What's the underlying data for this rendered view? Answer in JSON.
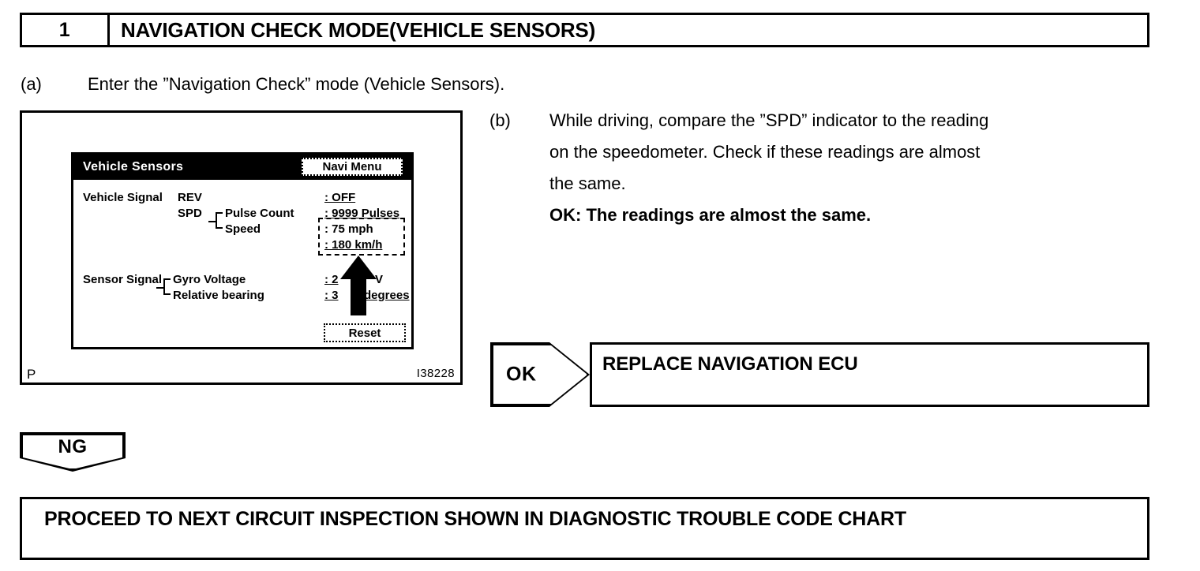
{
  "header": {
    "number": "1",
    "title": "NAVIGATION CHECK MODE(VEHICLE SENSORS)"
  },
  "steps": {
    "a": {
      "marker": "(a)",
      "text": "Enter the ”Navigation Check” mode (Vehicle Sensors)."
    },
    "b": {
      "marker": "(b)",
      "line1": "While driving, compare the ”SPD” indicator to the reading",
      "line2": "on the speedometer. Check if these readings are almost",
      "line3": "the same.",
      "ok_line": "OK: The readings are almost the same."
    }
  },
  "illustration": {
    "page_mark": "P",
    "figure_id": "I38228",
    "nav_screen": {
      "title": "Vehicle Sensors",
      "navi_menu_button": "Navi Menu",
      "reset_button": "Reset",
      "vehicle_signal": {
        "group_label": "Vehicle Signal",
        "rows": [
          {
            "label": "REV",
            "value": ": OFF"
          },
          {
            "label": "Pulse Count",
            "value": ": 9999 Pulses"
          },
          {
            "label": "Speed",
            "value": ": 75 mph"
          },
          {
            "label": "",
            "value": ": 180 km/h"
          }
        ],
        "sub_group": "SPD"
      },
      "sensor_signal": {
        "group_label": "Sensor Signal",
        "rows": [
          {
            "label": "Gyro Voltage",
            "value": ": 2",
            "unit": "V"
          },
          {
            "label": "Relative bearing",
            "value": ": 3",
            "unit": "degrees"
          }
        ]
      }
    }
  },
  "flow": {
    "ok_flag": "OK",
    "ok_result": "REPLACE NAVIGATION ECU",
    "ng_flag": "NG",
    "ng_result": "PROCEED TO NEXT CIRCUIT INSPECTION SHOWN IN DIAGNOSTIC TROUBLE CODE CHART"
  },
  "colors": {
    "ink": "#000000",
    "paper": "#ffffff"
  }
}
